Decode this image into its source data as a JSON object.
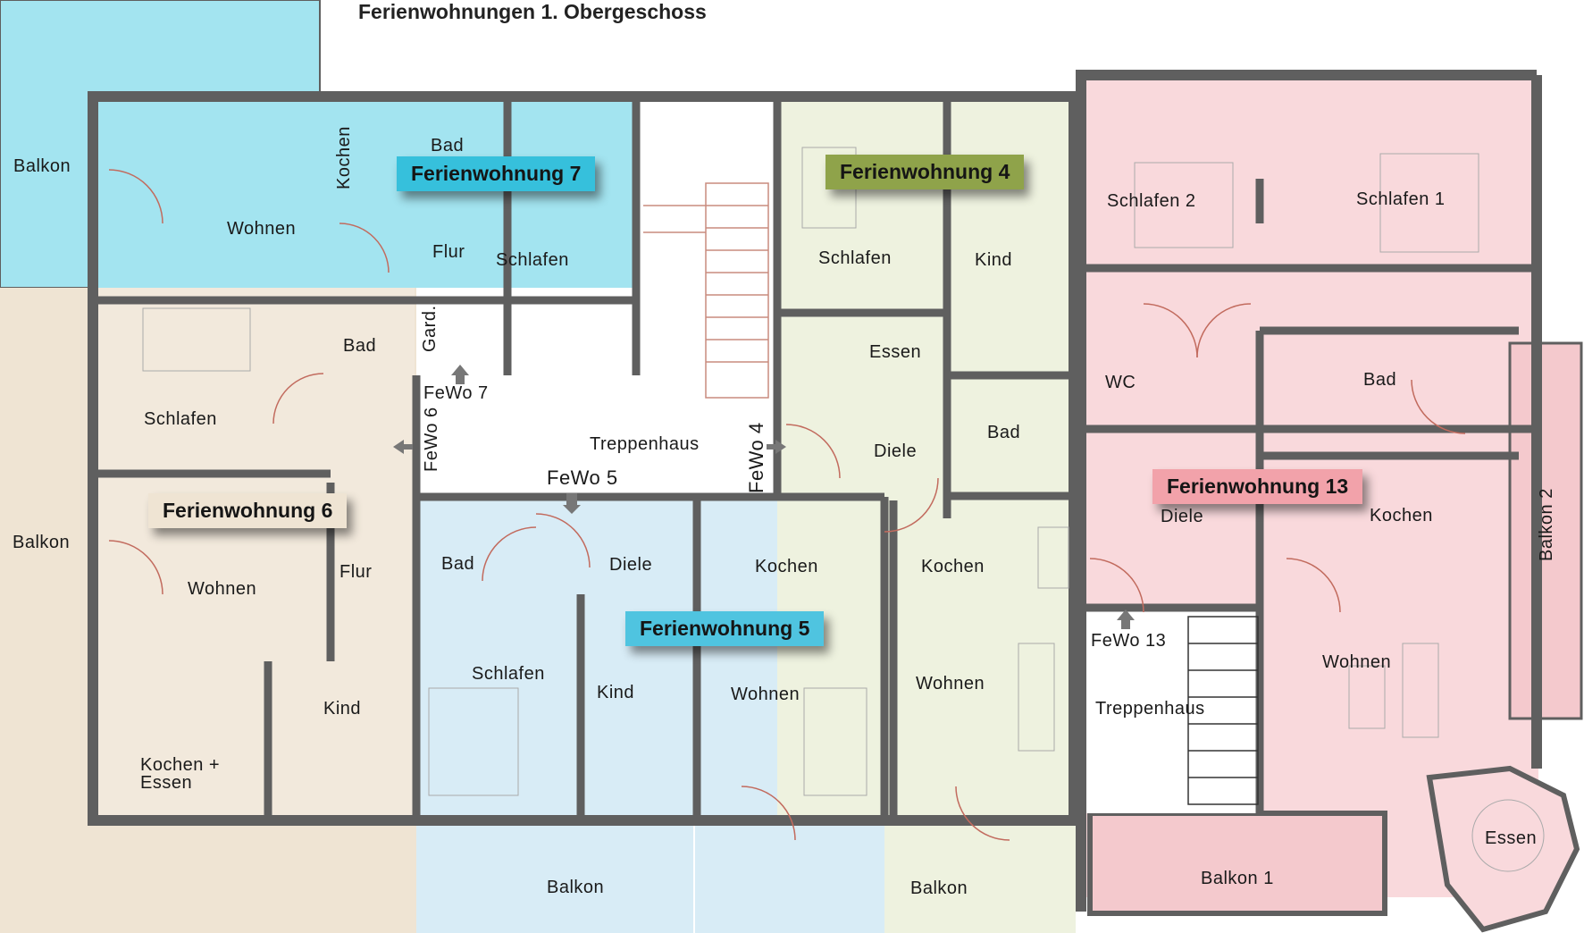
{
  "title": "Ferienwohnungen 1. Obergeschoss",
  "colors": {
    "fewo7": "#36c0dc",
    "fewo7_room": "#a3e4f0",
    "fewo4": "#8fa34a",
    "fewo4_room": "#eef2df",
    "fewo5": "#4fc4e0",
    "fewo5_room": "#d8ecf6",
    "fewo6": "#efe4d3",
    "fewo6_room": "#f2e9dc",
    "fewo13": "#f2a2aa",
    "fewo13_room": "#f9d9dc",
    "wall": "#5f5f5f"
  },
  "apartments": {
    "fewo7": "Ferienwohnung 7",
    "fewo4": "Ferienwohnung 4",
    "fewo6": "Ferienwohnung 6",
    "fewo5": "Ferienwohnung 5",
    "fewo13": "Ferienwohnung 13"
  },
  "rooms": {
    "balkon_top_left": "Balkon",
    "balkon_left": "Balkon",
    "fw7_kochen": "Kochen",
    "fw7_bad": "Bad",
    "fw7_wohnen": "Wohnen",
    "fw7_flur": "Flur",
    "fw7_schlafen": "Schlafen",
    "fw7_gard": "Gard.",
    "fw6_bad": "Bad",
    "fw6_schlafen": "Schlafen",
    "fw6_wohnen": "Wohnen",
    "fw6_flur": "Flur",
    "fw6_kind": "Kind",
    "fw6_kochen_essen_1": "Kochen +",
    "fw6_kochen_essen_2": "Essen",
    "entry_fewo7": "FeWo 7",
    "entry_fewo6": "FeWo 6",
    "entry_fewo5": "FeWo 5",
    "entry_fewo4": "FeWo 4",
    "treppenhaus": "Treppenhaus",
    "fw5_bad": "Bad",
    "fw5_diele": "Diele",
    "fw5_kochen": "Kochen",
    "fw5_schlafen": "Schlafen",
    "fw5_kind": "Kind",
    "fw5_wohnen": "Wohnen",
    "balkon_bottom_1": "Balkon",
    "balkon_bottom_2": "Balkon",
    "fw4_schlafen": "Schlafen",
    "fw4_kind": "Kind",
    "fw4_essen": "Essen",
    "fw4_diele": "Diele",
    "fw4_bad": "Bad",
    "fw4_kochen": "Kochen",
    "fw4_wohnen": "Wohnen",
    "fw13_schlafen2": "Schlafen 2",
    "fw13_schlafen1": "Schlafen 1",
    "fw13_wc": "WC",
    "fw13_bad": "Bad",
    "fw13_diele": "Diele",
    "fw13_kochen": "Kochen",
    "fw13_wohnen": "Wohnen",
    "fw13_entry": "FeWo 13",
    "fw13_treppenhaus": "Treppenhaus",
    "fw13_essen": "Essen",
    "fw13_balkon1": "Balkon 1",
    "fw13_balkon2": "Balkon 2"
  }
}
